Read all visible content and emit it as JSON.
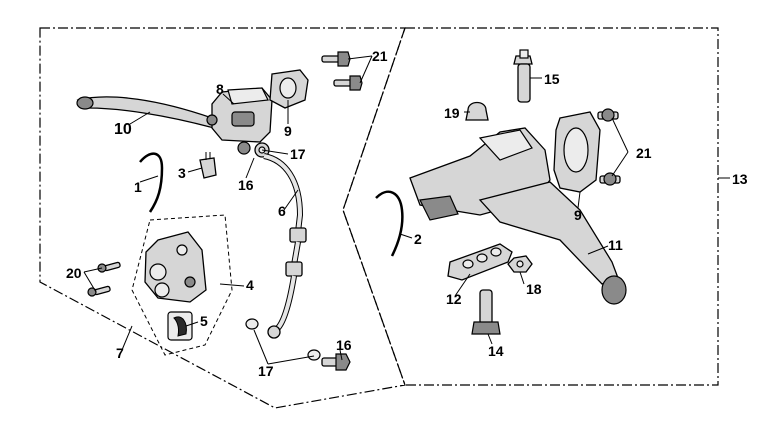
{
  "callouts": {
    "c1": "1",
    "c2": "2",
    "c3": "3",
    "c4": "4",
    "c5": "5",
    "c6": "6",
    "c7": "7",
    "c8": "8",
    "c9a": "9",
    "c9b": "9",
    "c10": "10",
    "c11": "11",
    "c12": "12",
    "c13": "13",
    "c14": "14",
    "c15": "15",
    "c16a": "16",
    "c16b": "16",
    "c17a": "17",
    "c17b": "17",
    "c18": "18",
    "c19": "19",
    "c20": "20",
    "c21a": "21",
    "c21b": "21"
  }
}
